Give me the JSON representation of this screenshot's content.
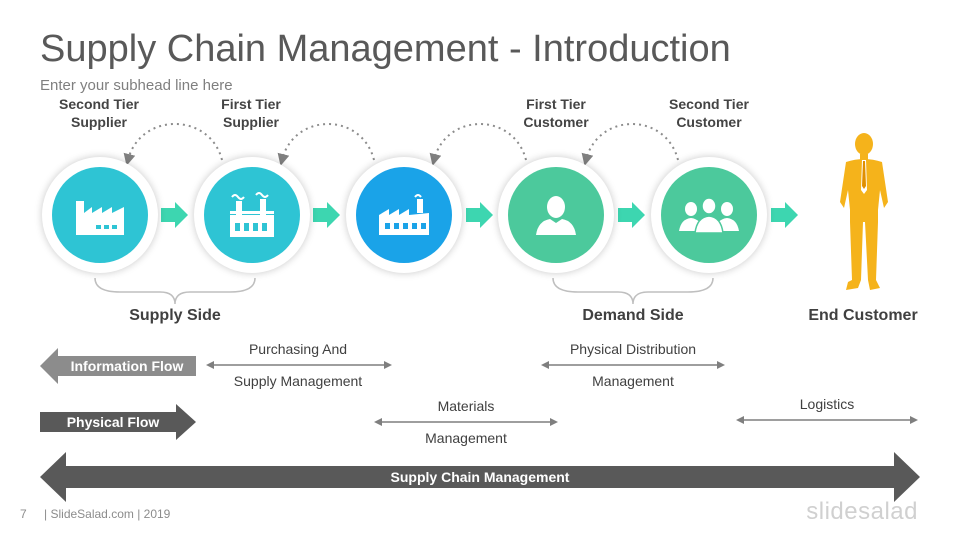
{
  "title": "Supply Chain Management - Introduction",
  "subhead": "Enter your subhead line here",
  "nodes": [
    {
      "label": "Second Tier\nSupplier",
      "icon": "factory-icon",
      "color": "#2ec4d4"
    },
    {
      "label": "First Tier\nSupplier",
      "icon": "factory-smoke-icon",
      "color": "#2ec4d4"
    },
    {
      "label": "",
      "icon": "manufacturer-factory-icon",
      "color": "#1aa3e8"
    },
    {
      "label": "First Tier\nCustomer",
      "icon": "person-icon",
      "color": "#4cc99c"
    },
    {
      "label": "Second Tier\nCustomer",
      "icon": "group-icon",
      "color": "#4cc99c"
    }
  ],
  "sides": {
    "supply": "Supply Side",
    "demand": "Demand Side",
    "end_customer": "End Customer"
  },
  "flows": {
    "information": "Information Flow",
    "physical": "Physical Flow",
    "scm": "Supply Chain Management"
  },
  "segments": {
    "purchasing_1": "Purchasing And",
    "purchasing_2": "Supply Management",
    "distribution_1": "Physical Distribution",
    "distribution_2": "Management",
    "materials_1": "Materials",
    "materials_2": "Management",
    "logistics": "Logistics"
  },
  "footer": {
    "page": "7",
    "credit": "| SlideSalad.com | 2019",
    "brand": "slidesalad"
  },
  "colors": {
    "teal": "#2ec4d4",
    "blue": "#1aa3e8",
    "green": "#4cc99c",
    "arrow": "#3dd6b0",
    "person": "#f5b31b",
    "dark": "#595959",
    "info_arrow": "#8c8c8c"
  }
}
